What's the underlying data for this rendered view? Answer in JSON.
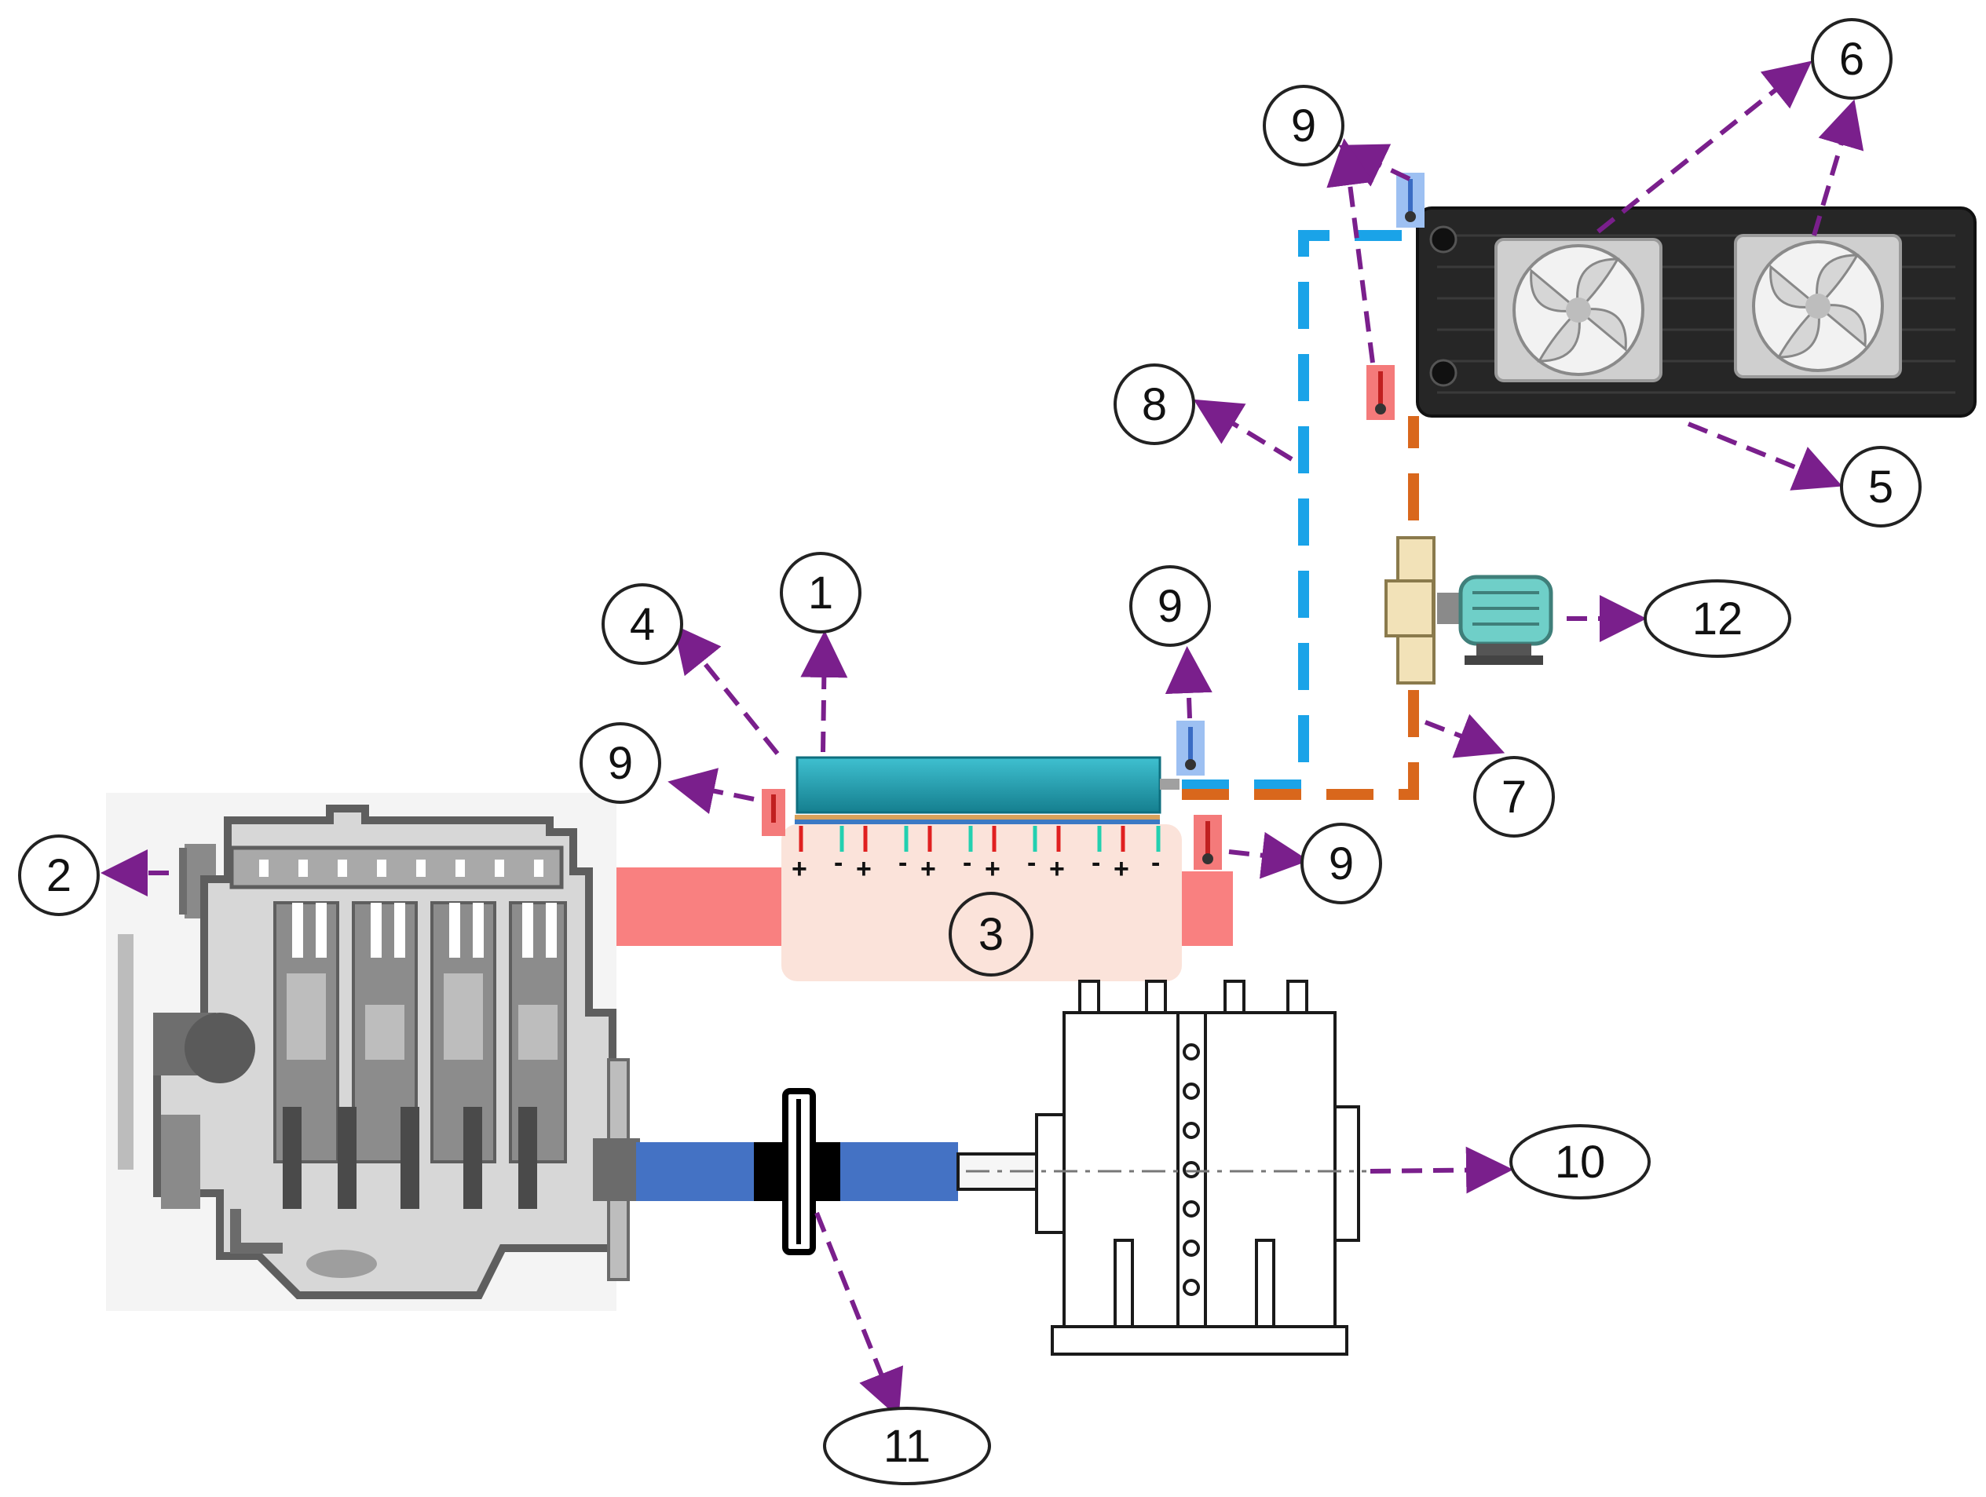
{
  "labels": {
    "l1": "1",
    "l2": "2",
    "l3": "3",
    "l4": "4",
    "l5": "5",
    "l6": "6",
    "l7": "7",
    "l8": "8",
    "l9": "9",
    "l10": "10",
    "l11": "11",
    "l12": "12"
  },
  "teg_polarity": [
    "+",
    "-",
    "+",
    "-",
    "+",
    "-",
    "+",
    "-",
    "+",
    "-",
    "+",
    "-"
  ],
  "colors": {
    "arrow": "#7a1f8c",
    "cold_line": "#1aa3e8",
    "hot_line": "#d9671c",
    "exhaust": "#f98080",
    "teg_body": "#fbe3da",
    "cold_plate": "#1fa6b8",
    "shaft": "#4472c4",
    "engine": "#9a9a9a",
    "radiator": "#2a2a2a"
  }
}
